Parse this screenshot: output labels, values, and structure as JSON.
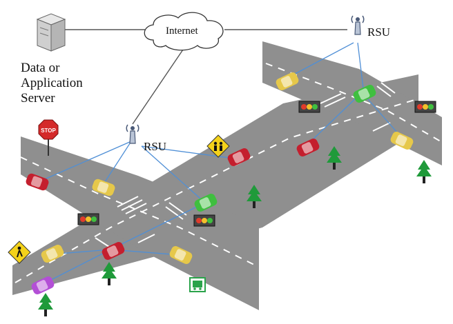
{
  "labels": {
    "internet": "Internet",
    "rsu_top": "RSU",
    "rsu_mid": "RSU",
    "server_line1": "Data or",
    "server_line2": "Application",
    "server_line3": "Server",
    "stop_sign": "STOP"
  },
  "colors": {
    "road": "#8f8f8f",
    "road_edge": "#6e6e6e",
    "lane_marking": "#ffffff",
    "link_line": "#4f8fd6",
    "car_red": "#c41f2e",
    "car_yellow": "#e6c84a",
    "car_green": "#3fbf3f",
    "car_purple": "#b34fd6",
    "tree": "#1f9a3a",
    "stop_sign": "#d42a2a",
    "warning_sign": "#f4d21a"
  },
  "icons": {
    "server": "server-icon",
    "cloud": "cloud-icon",
    "antenna": "rsu-antenna-icon",
    "traffic_light": "traffic-light-icon",
    "stop_sign": "stop-sign-icon",
    "school_sign": "school-crossing-sign-icon",
    "pedestrian_sign": "pedestrian-sign-icon",
    "bus_sign": "bus-stop-sign-icon",
    "tree": "tree-icon",
    "car": "car-icon"
  }
}
